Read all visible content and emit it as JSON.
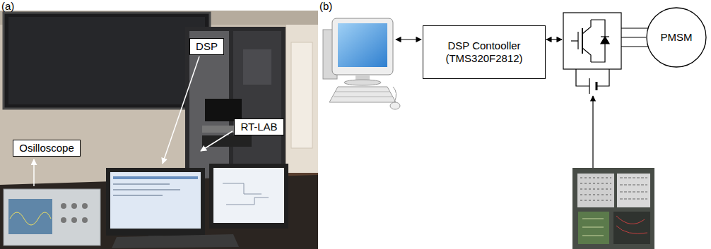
{
  "diagram": {
    "nodes": [
      {
        "text": [
          "DSP"
        ]
      },
      {
        "text": [
          "RT-LAB"
        ]
      },
      {
        "text": [
          "Osilloscope"
        ]
      },
      {
        "text": [
          "DSP Contooller (TMS320F2812)"
        ]
      },
      {
        "text": [
          "PMSM"
        ]
      }
    ],
    "labels": [
      "(a)",
      "(b)"
    ]
  }
}
